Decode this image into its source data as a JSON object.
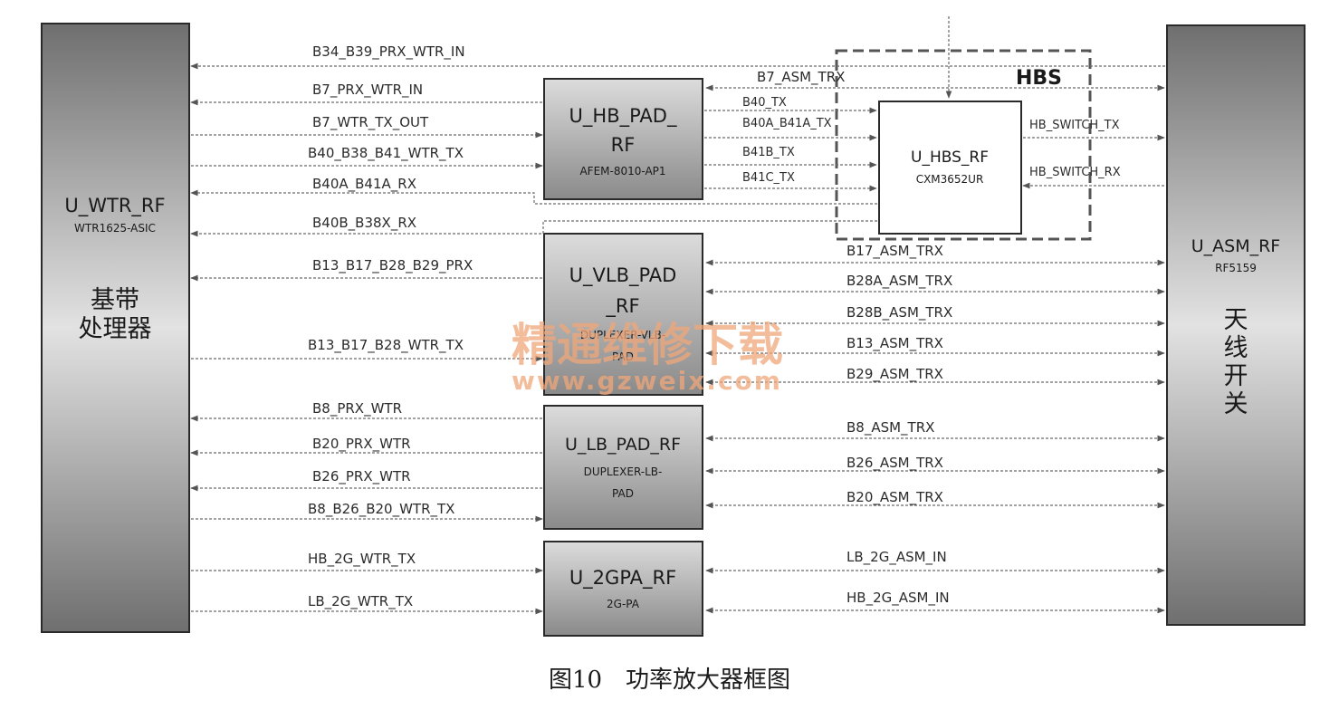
{
  "colors": {
    "box_light": "#d8d8d8",
    "box_dark": "#6a6a6a",
    "hbs_box": "#ffffff",
    "line": "#6a6a6a",
    "watermark": "#f0a77a"
  },
  "blocks": {
    "wtr": {
      "name": "U_WTR_RF",
      "part": "WTR1625-ASIC",
      "cn_line1": "基带",
      "cn_line2": "处理器"
    },
    "asm": {
      "name": "U_ASM_RF",
      "part": "RF5159",
      "cn_chars": [
        "天",
        "线",
        "开",
        "关"
      ]
    },
    "hb_pad": {
      "name_line1": "U_HB_PAD_",
      "name_line2": "RF",
      "part": "AFEM-8010-AP1"
    },
    "vlb_pad": {
      "name_line1": "U_VLB_PAD",
      "name_line2": "_RF",
      "part_line1": "DUPLEXER-VLB-",
      "part_line2": "PAD"
    },
    "lb_pad": {
      "name": "U_LB_PAD_RF",
      "part_line1": "DUPLEXER-LB-",
      "part_line2": "PAD"
    },
    "gpa": {
      "name": "U_2GPA_RF",
      "part": "2G-PA"
    },
    "hbs_rf": {
      "name": "U_HBS_RF",
      "part": "CXM3652UR"
    }
  },
  "hbs_group_label": "HBS",
  "signals_left": [
    "B34_B39_PRX_WTR_IN",
    "B7_PRX_WTR_IN",
    "B7_WTR_TX_OUT",
    "B40_B38_B41_WTR_TX",
    "B40A_B41A_RX",
    "B40B_B38X_RX",
    "B13_B17_B28_B29_PRX",
    "B13_B17_B28_WTR_TX",
    "B8_PRX_WTR",
    "B20_PRX_WTR",
    "B26_PRX_WTR",
    "B8_B26_B20_WTR_TX",
    "HB_2G_WTR_TX",
    "LB_2G_WTR_TX"
  ],
  "signals_hb_to_hbs": [
    "B40_TX",
    "B40A_B41A_TX",
    "B41B_TX",
    "B41C_TX"
  ],
  "signals_hbs_to_asm": [
    "HB_SWITCH_TX",
    "HB_SWITCH_RX"
  ],
  "signals_right": [
    "B7_ASM_TRX",
    "B17_ASM_TRX",
    "B28A_ASM_TRX",
    "B28B_ASM_TRX",
    "B13_ASM_TRX",
    "B29_ASM_TRX",
    "B8_ASM_TRX",
    "B26_ASM_TRX",
    "B20_ASM_TRX",
    "LB_2G_ASM_IN",
    "HB_2G_ASM_IN"
  ],
  "watermark": {
    "cn": "精通维修下载",
    "url": "www.gzweix.com"
  },
  "caption": "图10　功率放大器框图"
}
